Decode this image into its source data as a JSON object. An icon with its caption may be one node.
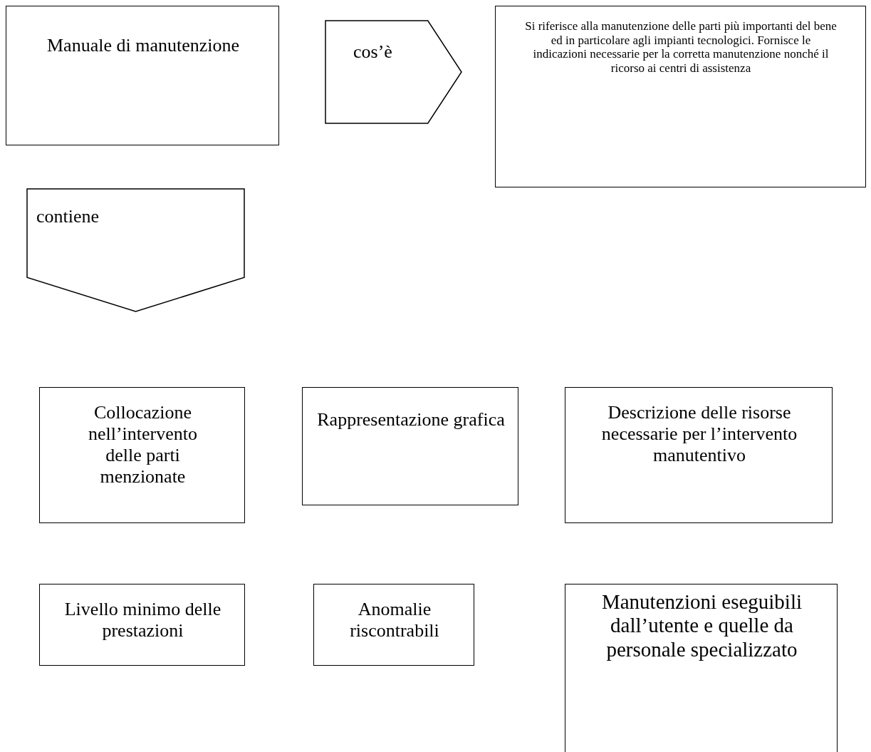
{
  "diagram": {
    "nodes": [
      {
        "text": [
          "Manuale di manutenzione"
        ]
      },
      {
        "text": [
          "cos’è"
        ]
      },
      {
        "text": [
          "Si riferisce alla manutenzione delle parti più importanti del bene ed in particolare agli impianti tecnologici. Fornisce le indicazioni necessarie per la corretta manutenzione nonché il ricorso ai centri di assistenza"
        ]
      },
      {
        "text": [
          "contiene"
        ]
      },
      {
        "text": [
          "Collocazione nell’intervento delle parti menzionate"
        ]
      },
      {
        "text": [
          "Rappresentazione grafica"
        ]
      },
      {
        "text": [
          "Descrizione delle risorse necessarie per l’intervento manutentivo"
        ]
      },
      {
        "text": [
          "Livello minimo delle prestazioni"
        ]
      },
      {
        "text": [
          "Anomalie riscontrabili"
        ]
      },
      {
        "text": [
          "Manutenzioni eseguibili dall’utente e quelle da personale specializzato"
        ]
      }
    ]
  }
}
